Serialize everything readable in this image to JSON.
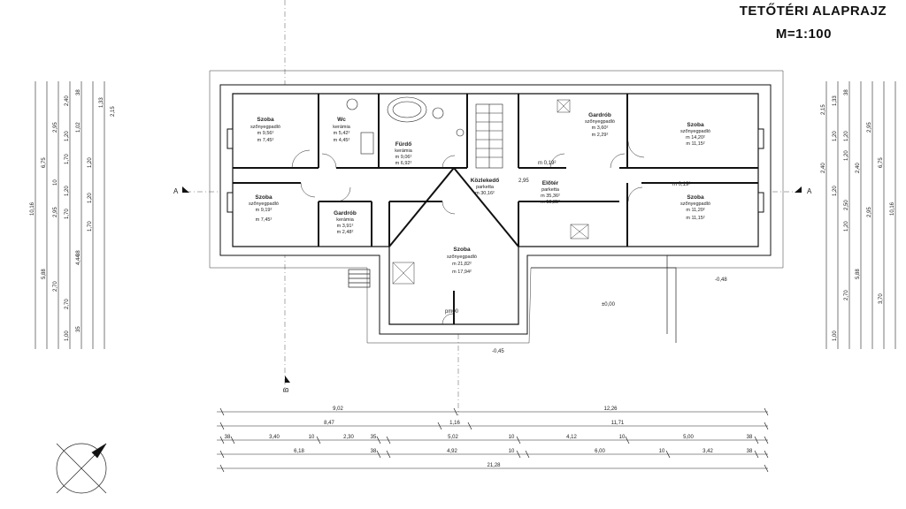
{
  "title": "TETŐTÉRI ALAPRAJZ",
  "scale": "M=1:100",
  "rooms": [
    {
      "id": "szoba-1",
      "name": "Szoba",
      "floor": "szőnyegpadló",
      "area": "m 9,56²",
      "area2": "m 7,45²"
    },
    {
      "id": "wc",
      "name": "Wc",
      "floor": "kerámia",
      "area": "m 5,42²",
      "area2": "m 4,45²"
    },
    {
      "id": "furdo",
      "name": "Fürdő",
      "floor": "kerámia",
      "area": "m 9,06²",
      "area2": "m 6,92²"
    },
    {
      "id": "gardrob-1",
      "name": "Gardrób",
      "floor": "szőnyegpadló",
      "area": "m 3,60²",
      "area2": "m 2,29²"
    },
    {
      "id": "szoba-2",
      "name": "Szoba",
      "floor": "szőnyegpadló",
      "area": "m 14,20²",
      "area2": "m 11,15²"
    },
    {
      "id": "szoba-3",
      "name": "Szoba",
      "floor": "szőnyegpadló",
      "area": "m 9,19²",
      "area2": "m 7,45²"
    },
    {
      "id": "gardrob-2",
      "name": "Gardrób",
      "floor": "kerámia",
      "area": "m 3,91²",
      "area2": "m 2,48²"
    },
    {
      "id": "kozlekedo",
      "name": "Közlekedő",
      "floor": "parketta",
      "area": "m 30,16²",
      "area2": ""
    },
    {
      "id": "eloter",
      "name": "Előtér",
      "floor": "parketta",
      "area": "m 35,36²",
      "area2": "m 13,85²"
    },
    {
      "id": "szoba-4",
      "name": "Szoba",
      "floor": "szőnyegpadló",
      "area": "m 11,20²",
      "area2": "m 11,15²"
    },
    {
      "id": "szoba-5",
      "name": "Szoba",
      "floor": "szőnyegpadló",
      "area": "m 21,82²",
      "area2": "m 17,94²"
    }
  ],
  "misc_labels": {
    "section_a": "A",
    "section_b": "B",
    "level_1": "2,95",
    "level_2": "±0,00",
    "level_3": "-0,45",
    "level_4": "-0,48",
    "small_area_1": "m 0,19²",
    "small_area_2": "m 0,19²",
    "pm_label": "pm00"
  },
  "bottom_dims": {
    "row1": [
      "9,02",
      "12,26"
    ],
    "row2": [
      "8,47",
      "1,16",
      "11,71"
    ],
    "row3": [
      "38",
      "3,40",
      "10",
      "2,30",
      "35",
      "5,02",
      "10",
      "4,12",
      "10",
      "5,00",
      "38"
    ],
    "row4": [
      "6,18",
      "38",
      "4,92",
      "10",
      "6,00",
      "10",
      "3,42",
      "38"
    ],
    "row5": [
      "21,28"
    ]
  },
  "left_dims": {
    "col1": [
      "10,16"
    ],
    "col2": [
      "6,75",
      "5,88"
    ],
    "col3": [
      "2,95",
      "10",
      "2,95",
      "2,70"
    ],
    "col4": [
      "2,40",
      "1,20",
      "1,70",
      "1,20",
      "1,70",
      "4,44",
      "2,70",
      "1,00"
    ],
    "col5": [
      "38",
      "1,02",
      "1,20",
      "1,20",
      "1,70",
      "38",
      "35"
    ],
    "col6": [
      "1,33",
      "2,15"
    ]
  },
  "right_dims": {
    "col1": [
      "2,15",
      "1,33"
    ],
    "col2": [
      "38",
      "1,20",
      "1,20",
      "1,20",
      "2,50",
      "1,00"
    ],
    "col3": [
      "2,40",
      "1,20",
      "2,40",
      "1,20",
      "2,70"
    ],
    "col4": [
      "2,95",
      "2,95",
      "3,70"
    ],
    "col5": [
      "6,75",
      "5,88"
    ],
    "col6": [
      "10,16"
    ]
  },
  "colors": {
    "line": "#111111",
    "background": "#ffffff"
  }
}
